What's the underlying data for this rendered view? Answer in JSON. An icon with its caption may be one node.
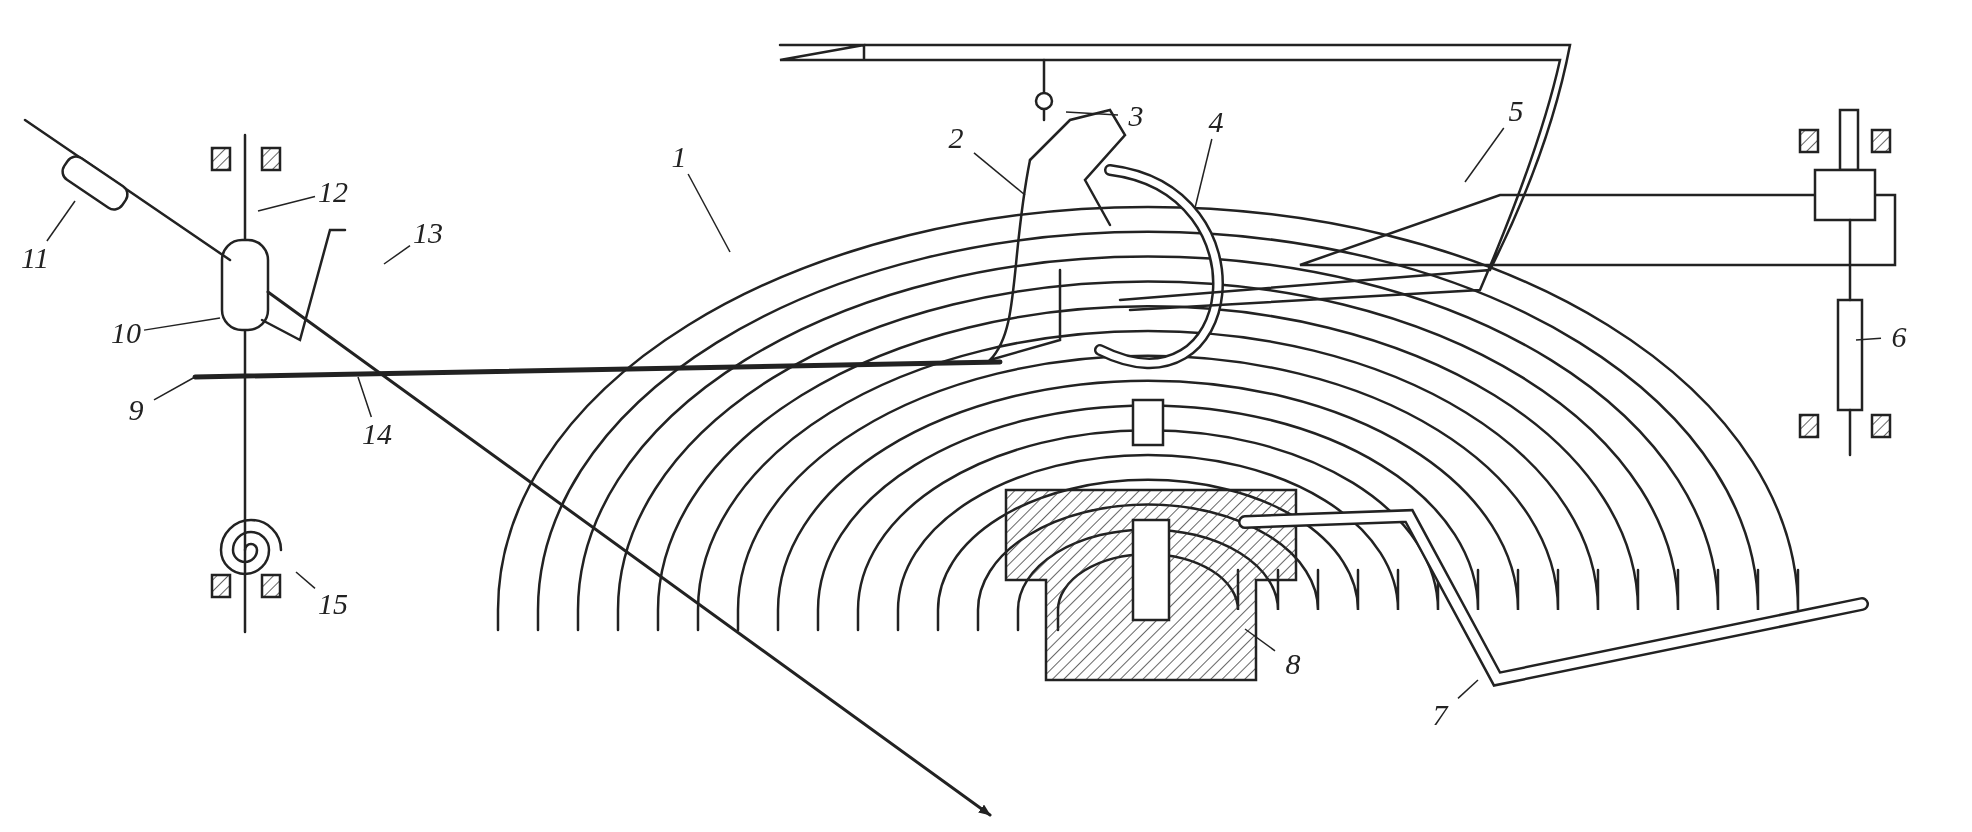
{
  "diagram": {
    "nodes": [
      {
        "text": [
          "1"
        ]
      },
      {
        "text": [
          "2"
        ]
      },
      {
        "text": [
          "3"
        ]
      },
      {
        "text": [
          "4"
        ]
      },
      {
        "text": [
          "5"
        ]
      },
      {
        "text": [
          "6"
        ]
      },
      {
        "text": [
          "7"
        ]
      },
      {
        "text": [
          "8"
        ]
      },
      {
        "text": [
          "9"
        ]
      },
      {
        "text": [
          "10"
        ]
      },
      {
        "text": [
          "11"
        ]
      },
      {
        "text": [
          "12"
        ]
      },
      {
        "text": [
          "13"
        ]
      },
      {
        "text": [
          "14"
        ]
      },
      {
        "text": [
          "15"
        ]
      }
    ],
    "edges": [
      {
        "from": 0,
        "to": null,
        "arrow": "none"
      },
      {
        "from": 1,
        "to": null,
        "arrow": "none"
      },
      {
        "from": 2,
        "to": null,
        "arrow": "none"
      },
      {
        "from": 3,
        "to": null,
        "arrow": "none"
      },
      {
        "from": 4,
        "to": null,
        "arrow": "none"
      },
      {
        "from": 5,
        "to": null,
        "arrow": "none"
      },
      {
        "from": 6,
        "to": null,
        "arrow": "none"
      },
      {
        "from": 7,
        "to": null,
        "arrow": "none"
      },
      {
        "from": 8,
        "to": null,
        "arrow": "none"
      },
      {
        "from": 9,
        "to": null,
        "arrow": "none"
      },
      {
        "from": 10,
        "to": null,
        "arrow": "none"
      },
      {
        "from": 11,
        "to": null,
        "arrow": "none"
      },
      {
        "from": 12,
        "to": null,
        "arrow": "none"
      },
      {
        "from": 13,
        "to": null,
        "arrow": "none"
      },
      {
        "from": 14,
        "to": null,
        "arrow": "none"
      }
    ]
  }
}
